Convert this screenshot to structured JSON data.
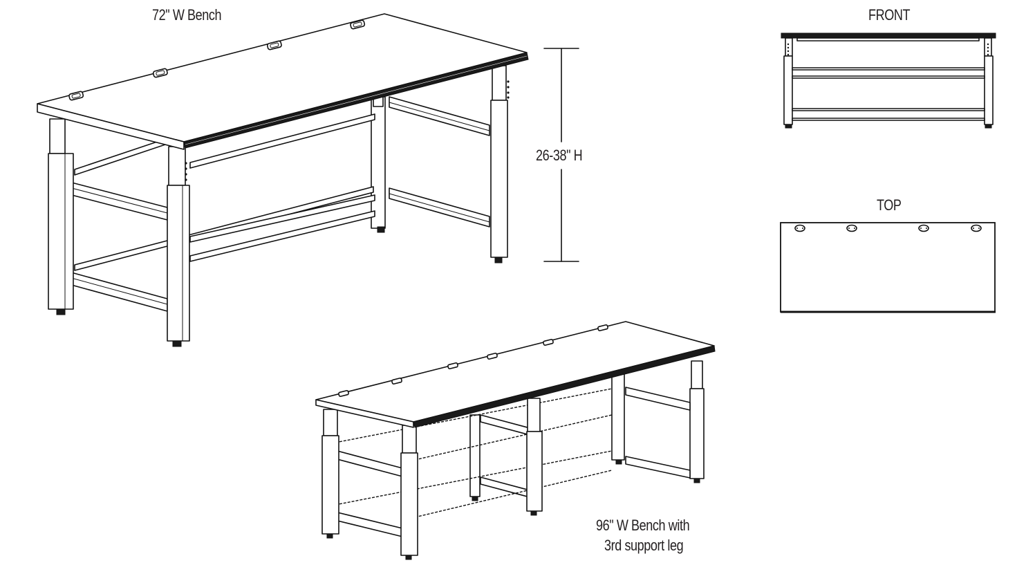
{
  "labels": {
    "bench_72": "72\" W Bench",
    "height_range": "26-38\" H",
    "front_view": "FRONT",
    "top_view": "TOP",
    "bench_96_line1": "96\" W Bench with",
    "bench_96_line2": "3rd support leg"
  },
  "views": [
    {
      "id": "iso-72",
      "type": "isometric",
      "width_in": 72,
      "grommets": 4,
      "legs": 4
    },
    {
      "id": "dimension-height",
      "type": "dimension",
      "min_in": 26,
      "max_in": 38
    },
    {
      "id": "front",
      "type": "orthographic-front",
      "crossbars": 2
    },
    {
      "id": "top",
      "type": "orthographic-top",
      "grommets": 4
    },
    {
      "id": "iso-96",
      "type": "isometric",
      "width_in": 96,
      "grommets": 6,
      "legs": 6
    }
  ],
  "colors": {
    "line": "#111111",
    "background": "#ffffff",
    "text": "#231f20"
  }
}
